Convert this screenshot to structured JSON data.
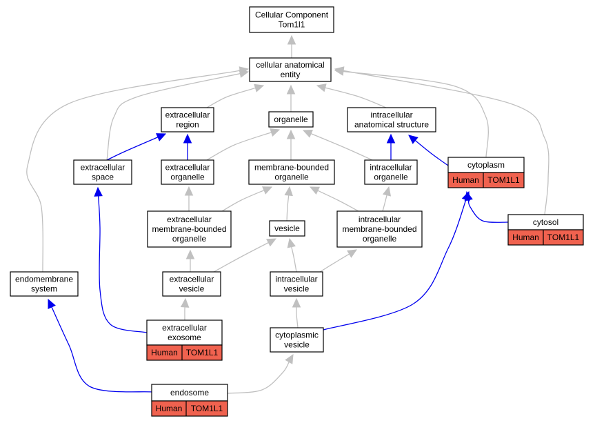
{
  "colors": {
    "gray_edge": "#c0c0c0",
    "blue_edge": "#0000ee",
    "annotation_fill": "#f0624f"
  },
  "nodes": {
    "root": {
      "lines": [
        "Cellular Component",
        "Tom1l1"
      ]
    },
    "cae": {
      "lines": [
        "cellular anatomical",
        "entity"
      ]
    },
    "ext_region": {
      "lines": [
        "extracellular",
        "region"
      ]
    },
    "organelle": {
      "lines": [
        "organelle"
      ]
    },
    "ias": {
      "lines": [
        "intracellular",
        "anatomical structure"
      ]
    },
    "ext_space": {
      "lines": [
        "extracellular",
        "space"
      ]
    },
    "ext_org": {
      "lines": [
        "extracellular",
        "organelle"
      ]
    },
    "mbo": {
      "lines": [
        "membrane-bounded",
        "organelle"
      ]
    },
    "int_org": {
      "lines": [
        "intracellular",
        "organelle"
      ]
    },
    "cytoplasm": {
      "lines": [
        "cytoplasm"
      ],
      "tags": [
        "Human",
        "TOM1L1"
      ]
    },
    "cytosol": {
      "lines": [
        "cytosol"
      ],
      "tags": [
        "Human",
        "TOM1L1"
      ]
    },
    "ext_mbo": {
      "lines": [
        "extracellular",
        "membrane-bounded",
        "organelle"
      ]
    },
    "vesicle": {
      "lines": [
        "vesicle"
      ]
    },
    "int_mbo": {
      "lines": [
        "intracellular",
        "membrane-bounded",
        "organelle"
      ]
    },
    "endomem": {
      "lines": [
        "endomembrane",
        "system"
      ]
    },
    "ext_ves": {
      "lines": [
        "extracellular",
        "vesicle"
      ]
    },
    "int_ves": {
      "lines": [
        "intracellular",
        "vesicle"
      ]
    },
    "exosome": {
      "lines": [
        "extracellular",
        "exosome"
      ],
      "tags": [
        "Human",
        "TOM1L1"
      ]
    },
    "cyto_ves": {
      "lines": [
        "cytoplasmic",
        "vesicle"
      ]
    },
    "endosome": {
      "lines": [
        "endosome"
      ],
      "tags": [
        "Human",
        "TOM1L1"
      ]
    }
  },
  "edges": [
    {
      "from": "cae",
      "to": "root",
      "kind": "is_a"
    },
    {
      "from": "ext_region",
      "to": "cae",
      "kind": "is_a"
    },
    {
      "from": "organelle",
      "to": "cae",
      "kind": "is_a"
    },
    {
      "from": "ias",
      "to": "cae",
      "kind": "is_a"
    },
    {
      "from": "ext_space",
      "to": "cae",
      "kind": "is_a"
    },
    {
      "from": "cytoplasm",
      "to": "cae",
      "kind": "is_a"
    },
    {
      "from": "cytosol",
      "to": "cae",
      "kind": "is_a"
    },
    {
      "from": "endomem",
      "to": "cae",
      "kind": "is_a"
    },
    {
      "from": "ext_space",
      "to": "ext_region",
      "kind": "part_of"
    },
    {
      "from": "ext_org",
      "to": "ext_region",
      "kind": "part_of"
    },
    {
      "from": "ext_org",
      "to": "organelle",
      "kind": "is_a"
    },
    {
      "from": "mbo",
      "to": "organelle",
      "kind": "is_a"
    },
    {
      "from": "int_org",
      "to": "organelle",
      "kind": "is_a"
    },
    {
      "from": "int_org",
      "to": "ias",
      "kind": "part_of"
    },
    {
      "from": "cytoplasm",
      "to": "ias",
      "kind": "part_of"
    },
    {
      "from": "ext_mbo",
      "to": "mbo",
      "kind": "is_a"
    },
    {
      "from": "vesicle",
      "to": "mbo",
      "kind": "is_a"
    },
    {
      "from": "int_mbo",
      "to": "mbo",
      "kind": "is_a"
    },
    {
      "from": "int_mbo",
      "to": "int_org",
      "kind": "is_a"
    },
    {
      "from": "ext_mbo",
      "to": "ext_org",
      "kind": "is_a"
    },
    {
      "from": "ext_ves",
      "to": "ext_mbo",
      "kind": "is_a"
    },
    {
      "from": "ext_ves",
      "to": "vesicle",
      "kind": "is_a"
    },
    {
      "from": "int_ves",
      "to": "vesicle",
      "kind": "is_a"
    },
    {
      "from": "int_ves",
      "to": "int_mbo",
      "kind": "is_a"
    },
    {
      "from": "exosome",
      "to": "ext_ves",
      "kind": "is_a"
    },
    {
      "from": "exosome",
      "to": "ext_space",
      "kind": "part_of"
    },
    {
      "from": "cyto_ves",
      "to": "int_ves",
      "kind": "is_a"
    },
    {
      "from": "cyto_ves",
      "to": "cytoplasm",
      "kind": "part_of"
    },
    {
      "from": "cytosol",
      "to": "cytoplasm",
      "kind": "part_of"
    },
    {
      "from": "endosome",
      "to": "cyto_ves",
      "kind": "is_a"
    },
    {
      "from": "endosome",
      "to": "endomem",
      "kind": "part_of"
    }
  ]
}
